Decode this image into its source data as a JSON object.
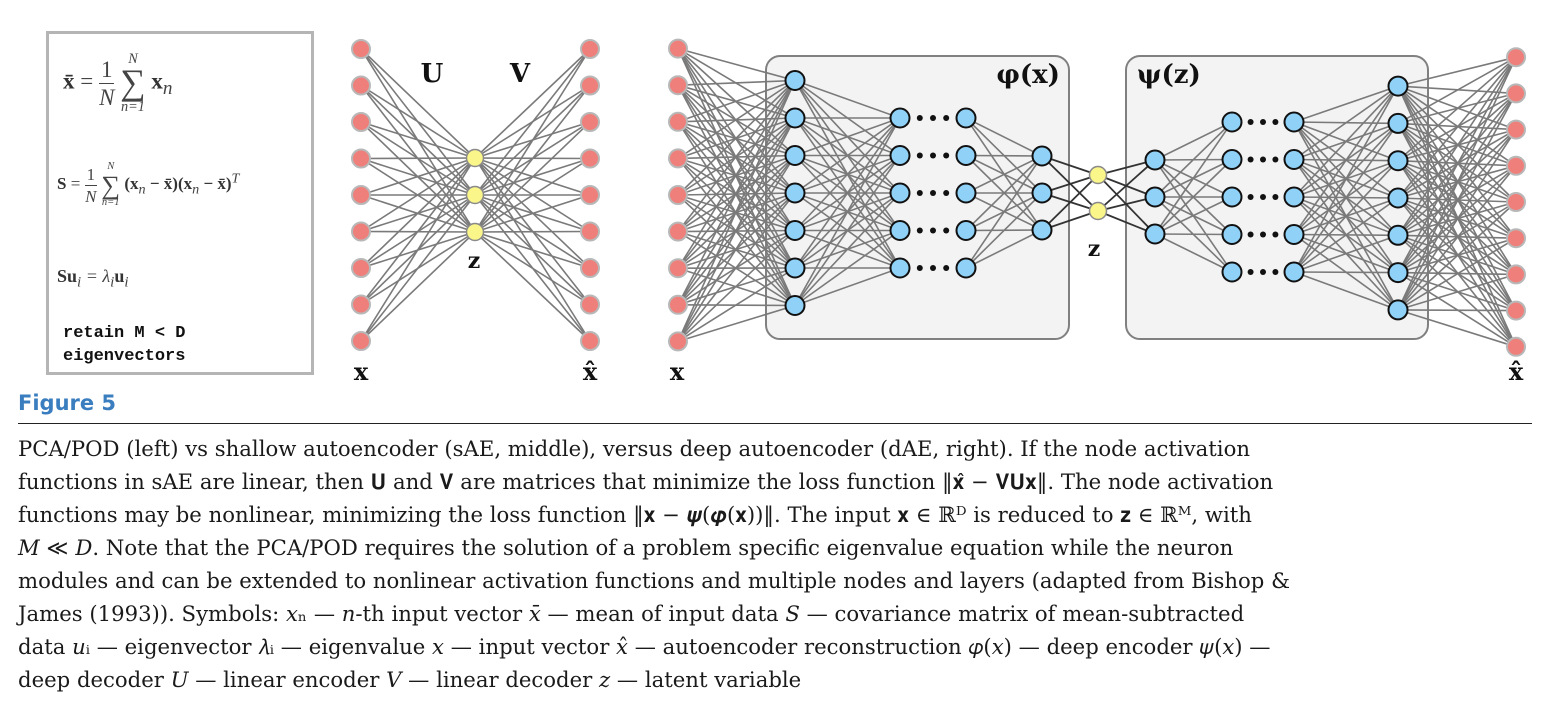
{
  "figure": {
    "label": "Figure 5",
    "colors": {
      "title": "#3a7ebf",
      "input_node": "#ef7f7a",
      "input_node_stroke": "#b8b8b8",
      "latent_node": "#fbf68a",
      "hidden_node": "#8fd1f7",
      "edge": "#7a7a7a",
      "box_fill": "#f3f3f3",
      "box_stroke": "#808080"
    }
  },
  "pca_panel": {
    "eq_mean": {
      "lhs": "x̄",
      "eq": " = ",
      "num": "1",
      "den": "N",
      "sum_top": "N",
      "sum_bot": "n=1",
      "term": "x",
      "term_sub": "n"
    },
    "eq_cov": {
      "lhs": "S",
      "eq": " = ",
      "num": "1",
      "den": "N",
      "sum_top": "N",
      "sum_bot": "n=1",
      "term": "(x",
      "term_sub": "n",
      "term_rest": " − x̄)(x",
      "term_sub2": "n",
      "term_rest2": " − x̄)",
      "sup": "T"
    },
    "eq_eig": {
      "text_lhs": "Su",
      "sub1": "i",
      "mid": " = λ",
      "sub2": "i",
      "u": "u",
      "sub3": "i"
    },
    "retain_text": "retain M < D\neigenvectors"
  },
  "shallow_ae": {
    "label_U": "U",
    "label_V": "V",
    "label_z": "z",
    "label_x": "x",
    "label_xhat": "x̂",
    "layers": [
      9,
      3,
      9
    ]
  },
  "deep_ae": {
    "label_encoder": "φ(x)",
    "label_decoder": "ψ(z)",
    "label_z": "z",
    "label_x": "x",
    "label_xhat": "x̂",
    "layers": [
      9,
      7,
      5,
      5,
      3,
      2,
      3,
      5,
      5,
      7,
      9
    ],
    "ellipsis": "•••"
  },
  "caption": {
    "lines": [
      "PCA/POD (left) vs shallow autoencoder (sAE, middle), versus deep autoencoder (dAE, right). If the node activation",
      "functions in sAE are linear, then 𝐔 and 𝐕 are matrices that minimize the loss function ‖𝐱̂ − 𝐕𝐔𝐱‖. The node activation",
      "functions may be nonlinear, minimizing the loss function ‖𝐱 − 𝝍(𝝋(𝐱))‖. The input 𝐱 ∈ ℝᴰ is reduced to 𝐳 ∈ ℝᴹ, with",
      "𝑀 ≪ 𝐷. Note that the PCA/POD requires the solution of a problem specific eigenvalue equation while the neuron",
      "modules and can be extended to nonlinear activation functions and multiple nodes and layers (adapted from Bishop &",
      "James (1993)). Symbols: 𝑥ₙ — 𝑛-th input vector 𝑥̄ — mean of input data 𝑆 — covariance matrix of mean-subtracted",
      "data 𝑢ᵢ — eigenvector 𝜆ᵢ — eigenvalue 𝑥 — input vector 𝑥̂ — autoencoder reconstruction 𝜑(𝑥) — deep encoder 𝜓(𝑥) —",
      "deep decoder 𝑈 — linear encoder 𝑉 — linear decoder 𝑧 — latent variable"
    ]
  }
}
